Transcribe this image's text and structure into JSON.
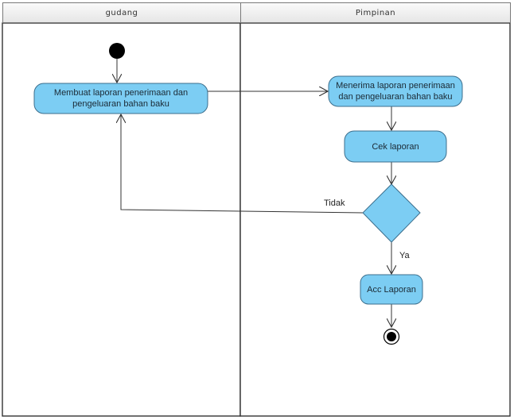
{
  "swimlanes": [
    {
      "id": "gudang",
      "title": "gudang"
    },
    {
      "id": "pimpinan",
      "title": "Pimpinan"
    }
  ],
  "nodes": {
    "membuat": {
      "label": "Membuat laporan penerimaan dan pengeluaran bahan baku"
    },
    "menerima": {
      "label": "Menerima laporan penerimaan dan pengeluaran bahan baku"
    },
    "cek": {
      "label": "Cek laporan"
    },
    "acc": {
      "label": "Acc Laporan"
    }
  },
  "edge_labels": {
    "no": "Tidak",
    "yes": "Ya"
  },
  "colors": {
    "node_fill": "#7ccdf3",
    "node_stroke": "#3c6e8c",
    "line": "#333333",
    "start": "#000000"
  }
}
